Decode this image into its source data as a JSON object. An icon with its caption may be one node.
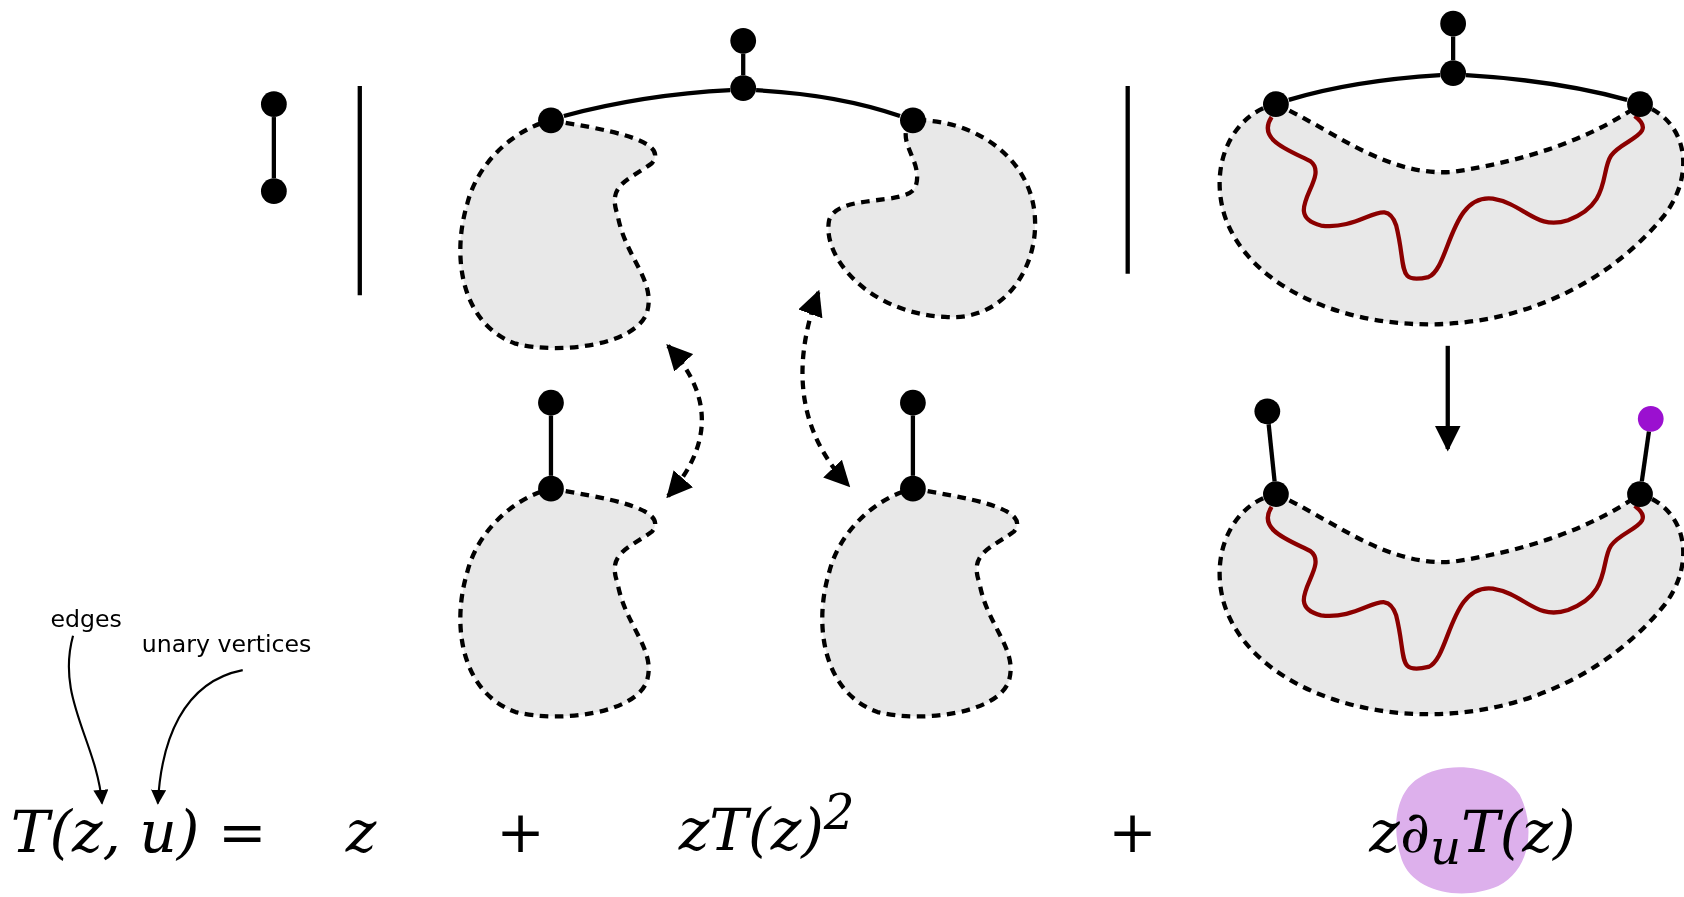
{
  "diagram": {
    "nodes": [
      {
        "text": [],
        "shape": "circle"
      },
      {
        "text": [],
        "shape": "circle"
      },
      {
        "text": [],
        "shape": "circle"
      },
      {
        "text": [],
        "shape": "circle"
      },
      {
        "text": [],
        "shape": "circle"
      },
      {
        "text": [],
        "shape": "circle"
      },
      {
        "text": [],
        "shape": "blob"
      },
      {
        "text": [],
        "shape": "blob"
      },
      {
        "text": [],
        "shape": "circle"
      },
      {
        "text": [],
        "shape": "circle"
      },
      {
        "text": [],
        "shape": "blob"
      },
      {
        "text": [],
        "shape": "circle"
      },
      {
        "text": [],
        "shape": "circle"
      },
      {
        "text": [],
        "shape": "blob"
      },
      {
        "text": [],
        "shape": "circle"
      },
      {
        "text": [],
        "shape": "circle"
      },
      {
        "text": [],
        "shape": "circle"
      },
      {
        "text": [],
        "shape": "circle"
      },
      {
        "text": [],
        "shape": "blob"
      },
      {
        "text": [],
        "shape": "circle"
      },
      {
        "text": [],
        "shape": "circle"
      },
      {
        "text": [],
        "shape": "circle"
      },
      {
        "text": [],
        "shape": "circle"
      },
      {
        "text": [],
        "shape": "blob"
      },
      {
        "text": [
          "edges"
        ]
      },
      {
        "text": [
          "unary vertices"
        ]
      },
      {
        "text": [
          "T(z, u) ="
        ]
      }
    ],
    "edges": [
      {
        "from": 0,
        "to": 1,
        "arrow": "none"
      },
      {
        "from": 2,
        "to": 3,
        "arrow": "none"
      },
      {
        "from": 3,
        "to": 4,
        "arrow": "none"
      },
      {
        "from": 3,
        "to": 5,
        "arrow": "none"
      },
      {
        "from": 6,
        "to": 10,
        "arrow": "both",
        "style": "dashed"
      },
      {
        "from": 7,
        "to": 13,
        "arrow": "both",
        "style": "dashed"
      },
      {
        "from": 8,
        "to": 9,
        "arrow": "none"
      },
      {
        "from": 11,
        "to": 12,
        "arrow": "none"
      },
      {
        "from": 14,
        "to": 15,
        "arrow": "none"
      },
      {
        "from": 15,
        "to": 16,
        "arrow": "none"
      },
      {
        "from": 15,
        "to": 17,
        "arrow": "none"
      },
      {
        "from": 18,
        "to": 23,
        "arrow": "to"
      },
      {
        "from": 19,
        "to": 20,
        "arrow": "none"
      },
      {
        "from": 21,
        "to": 22,
        "arrow": "none"
      },
      {
        "from": 24,
        "to": 26,
        "arrow": "to"
      },
      {
        "from": 25,
        "to": 26,
        "arrow": "to"
      }
    ],
    "labels": [
      "z",
      "+",
      "zT(z)$^{2}$",
      "+",
      "z∂$_{u}$T(z)"
    ]
  }
}
